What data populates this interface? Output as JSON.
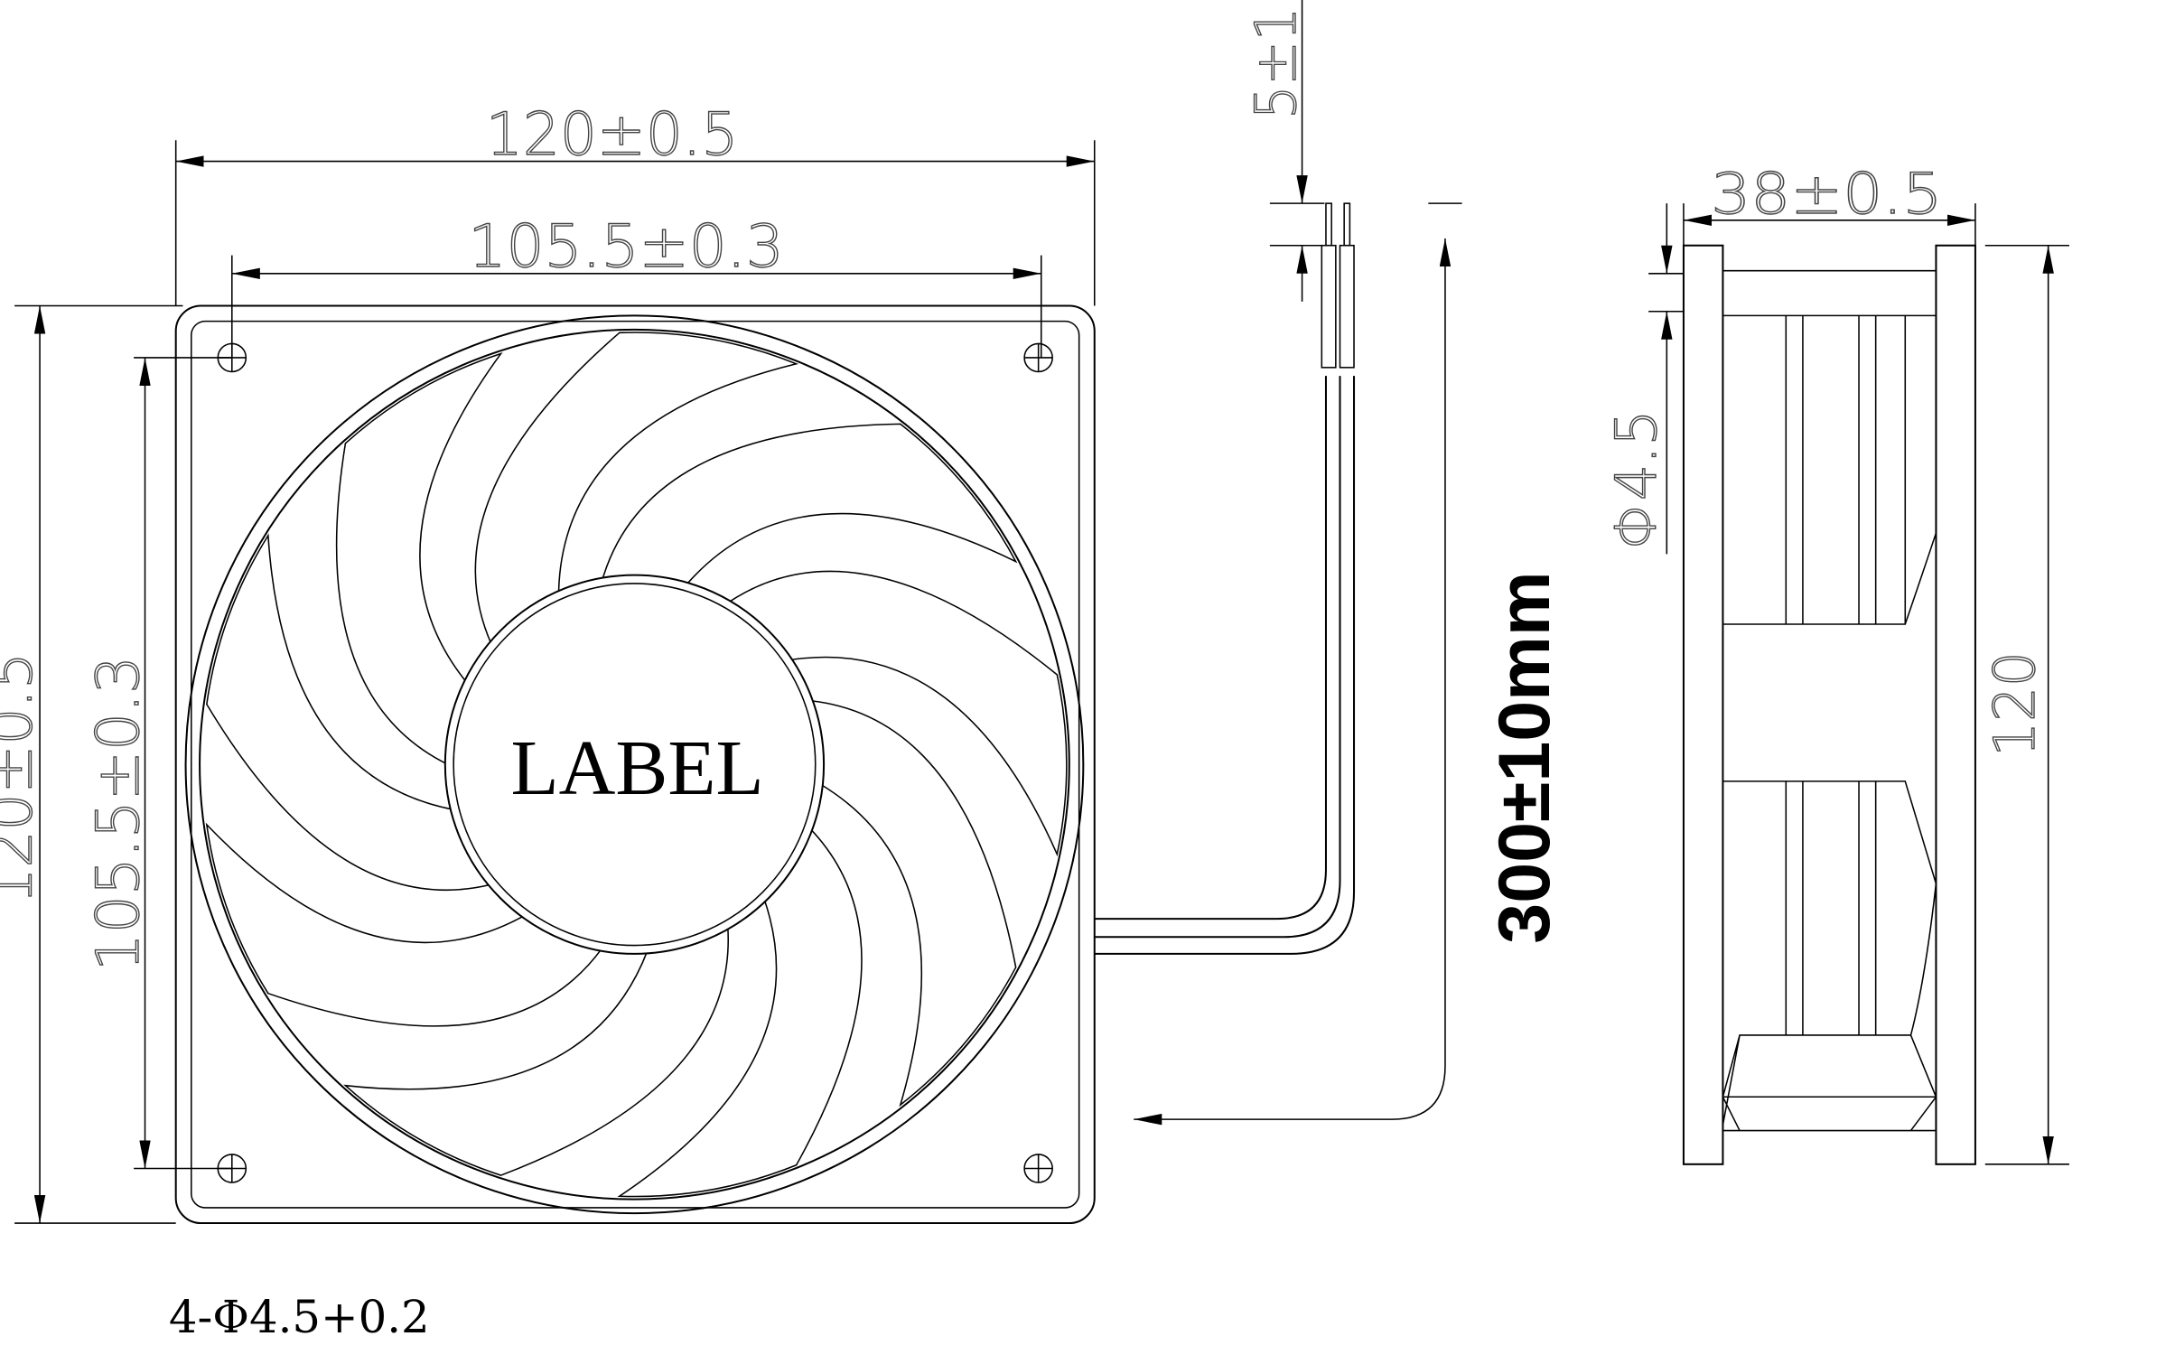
{
  "front_view": {
    "width_dim": "120±0.5",
    "hole_spacing_h_dim": "105.5±0.3",
    "height_dim": "120±0.5",
    "hole_spacing_v_dim": "105.5±0.3",
    "hub_label": "LABEL",
    "blade_count": 9,
    "hole_note": "4-Φ4.5+0.2"
  },
  "wire": {
    "strip_dim": "5±1",
    "length_dim": "300±10mm"
  },
  "side_view": {
    "depth_dim": "38±0.5",
    "height_dim": "120",
    "flange_dim": "Φ4.5"
  }
}
